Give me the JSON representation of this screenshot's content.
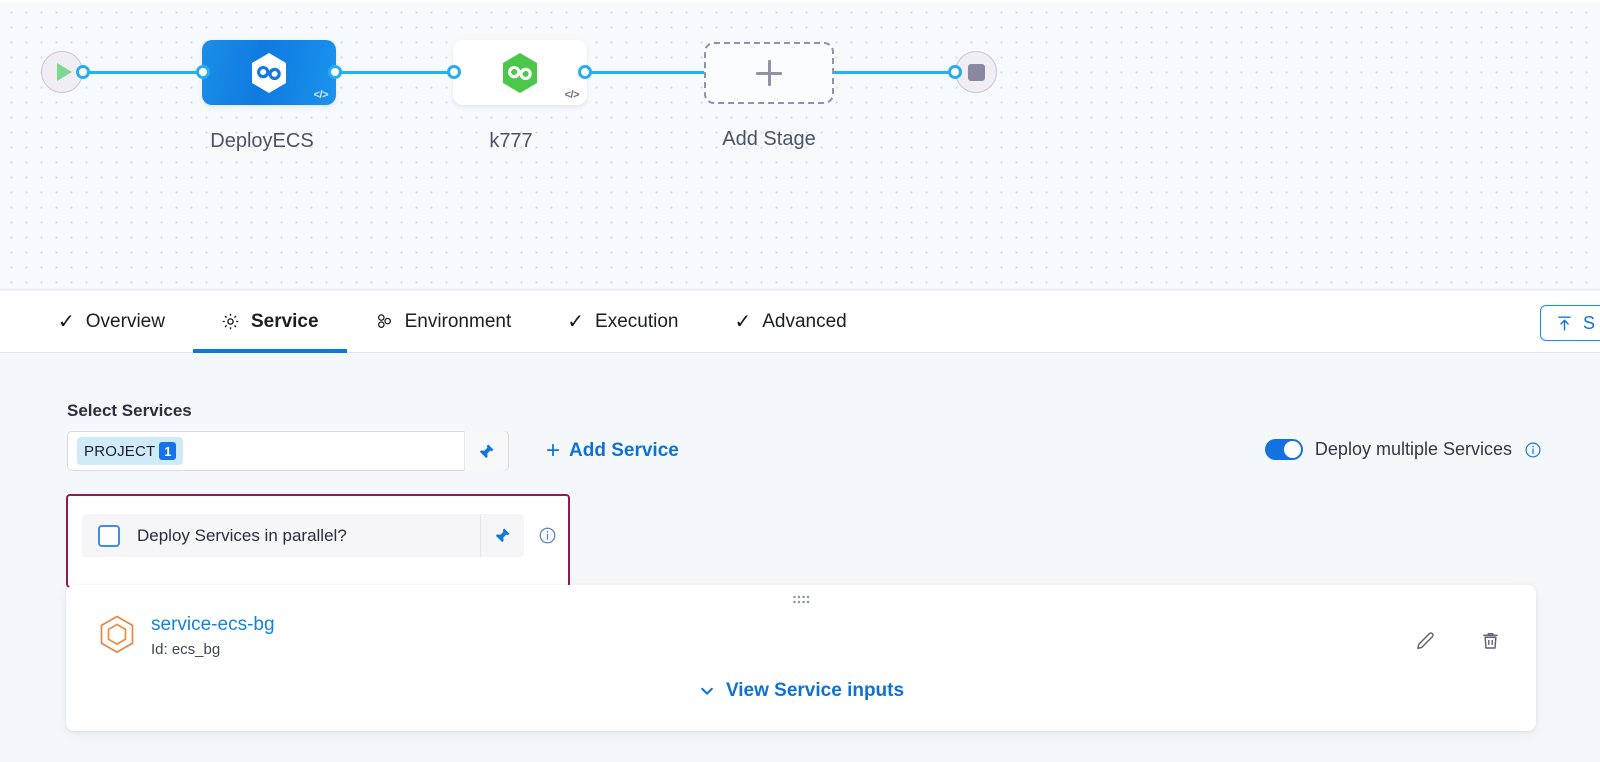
{
  "pipeline": {
    "start_node": {
      "icon": "play-icon",
      "name": "pipeline-start-node"
    },
    "end_node": {
      "icon": "stop-icon",
      "name": "pipeline-end-node"
    },
    "stages": [
      {
        "label": "DeployECS",
        "icon": "harness-hexagon-icon",
        "badge": "</>",
        "selected": true
      },
      {
        "label": "k777",
        "icon": "harness-hexagon-icon",
        "badge": "</>",
        "selected": false
      }
    ],
    "add_stage": {
      "label": "Add Stage",
      "icon": "plus-icon"
    }
  },
  "tabs": [
    {
      "label": "Overview",
      "icon": "check-icon",
      "active": false
    },
    {
      "label": "Service",
      "icon": "gear-icon",
      "active": true
    },
    {
      "label": "Environment",
      "icon": "infrastructure-icon",
      "active": false
    },
    {
      "label": "Execution",
      "icon": "check-icon",
      "active": false
    },
    {
      "label": "Advanced",
      "icon": "check-icon",
      "active": false
    }
  ],
  "toolbar": {
    "save_label": "S",
    "save_icon": "save-upload-icon"
  },
  "service_section": {
    "heading": "Select Services",
    "select_field": {
      "chip_label": "PROJECT",
      "chip_count": "1",
      "pin_icon": "pin-icon"
    },
    "add_service_label": "Add Service",
    "add_service_plus": "+",
    "deploy_multiple": {
      "label": "Deploy multiple Services",
      "enabled": true,
      "info_icon": "info-icon"
    },
    "parallel": {
      "label": "Deploy Services in parallel?",
      "checked": false,
      "pin_icon": "pin-icon",
      "info_icon": "info-icon",
      "highlight_color": "#8e1c4c"
    },
    "service_card": {
      "drag_handle_icon": "drag-handle-icon",
      "service_icon": "service-hexagon-icon",
      "name": "service-ecs-bg",
      "id_text": "Id: ecs_bg",
      "edit_icon": "pencil-icon",
      "delete_icon": "trash-icon",
      "view_inputs_label": "View Service inputs",
      "view_inputs_icon": "chevron-down-icon"
    }
  },
  "colors": {
    "accent_blue": "#1071d3",
    "edge_blue": "#25b0f3",
    "stage_selected": "#0f7ae0",
    "highlight": "#8e1c4c",
    "service_icon": "#e8873b",
    "green": "#3fbf48"
  }
}
